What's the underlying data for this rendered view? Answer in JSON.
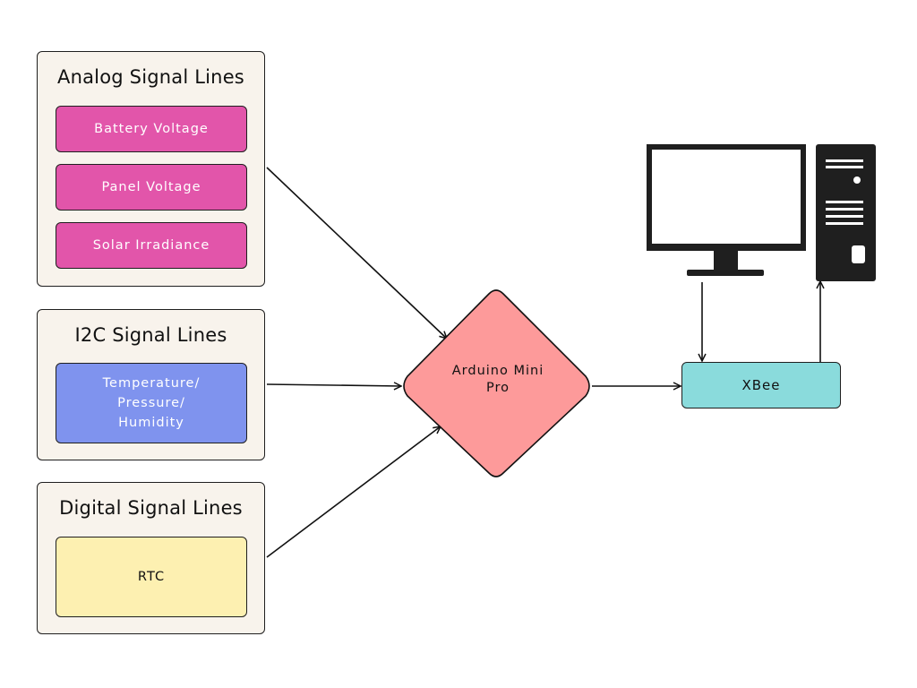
{
  "groups": {
    "analog": {
      "title": "Analog Signal Lines",
      "items": [
        "Battery Voltage",
        "Panel Voltage",
        "Solar Irradiance"
      ]
    },
    "i2c": {
      "title": "I2C Signal Lines",
      "items": [
        "Temperature/\nPressure/\nHumidity"
      ]
    },
    "digital": {
      "title": "Digital Signal Lines",
      "items": [
        "RTC"
      ]
    }
  },
  "controller": {
    "label": "Arduino Mini\nPro"
  },
  "radio": {
    "label": "XBee"
  },
  "icons": {
    "monitor": "computer-monitor-icon",
    "tower": "computer-tower-icon"
  },
  "colors": {
    "group_bg": "#f8f3ec",
    "analog_node": "#e255aa",
    "i2c_node": "#7f93ee",
    "digital_node": "#fdf0b1",
    "controller": "#fd9a9a",
    "radio": "#8adbdc",
    "computer": "#1f1f1f"
  }
}
